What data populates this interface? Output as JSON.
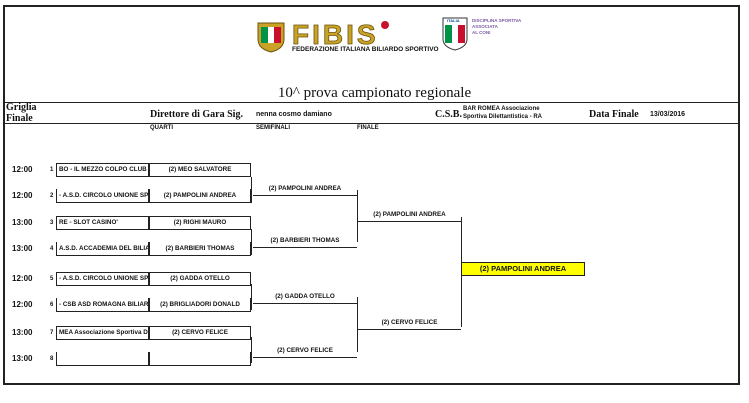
{
  "header": {
    "fibis_logo_text": "FIBIS",
    "federation_name": "FEDERAZIONE ITALIANA BILIARDO SPORTIVO",
    "coni_badge_text": "ITALIA",
    "coni_caption_line1": "DISCIPLINA SPORTIVA",
    "coni_caption_line2": "ASSOCIATA",
    "coni_caption_line3": "AL CONI",
    "title": "10^ prova campionato regionale"
  },
  "info": {
    "griglia_label_1": "Griglia",
    "griglia_label_2": "Finale",
    "director_label": "Direttore di Gara Sig.",
    "director_name": "nenna cosmo damiano",
    "csb_label": "C.S.B.",
    "csb_name_1": "BAR ROMEA Associazione",
    "csb_name_2": "Sportiva Dilettantistica - RA",
    "final_date_label": "Data Finale",
    "final_date": "13/03/2016"
  },
  "rounds": {
    "quarti": "QUARTI",
    "semifinali": "SEMIFINALI",
    "finale": "FINALE"
  },
  "grid": [
    {
      "time": "12:00",
      "num": "1",
      "club": "BO - IL MEZZO COLPO CLUB",
      "player": "(2) MEO SALVATORE"
    },
    {
      "time": "12:00",
      "num": "2",
      "club": "- A.S.D. CIRCOLO UNIONE SP",
      "player": "(2) PAMPOLINI ANDREA"
    },
    {
      "time": "13:00",
      "num": "3",
      "club": "RE - SLOT CASINO'",
      "player": "(2) RIGHI MAURO"
    },
    {
      "time": "13:00",
      "num": "4",
      "club": "A.S.D. ACCADEMIA DEL BILIA",
      "player": "(2) BARBIERI THOMAS"
    },
    {
      "time": "12:00",
      "num": "5",
      "club": "- A.S.D. CIRCOLO UNIONE SP",
      "player": "(2) GADDA OTELLO"
    },
    {
      "time": "12:00",
      "num": "6",
      "club": "- CSB ASD ROMAGNA BILIAR",
      "player": "(2) BRIGLIADORI DONALD"
    },
    {
      "time": "13:00",
      "num": "7",
      "club": "MEA Associazione Sportiva D",
      "player": "(2) CERVO FELICE"
    },
    {
      "time": "13:00",
      "num": "8",
      "club": "",
      "player": ""
    }
  ],
  "semifinals": [
    "(2) PAMPOLINI ANDREA",
    "(2) BARBIERI THOMAS",
    "(2) GADDA OTELLO",
    "(2) CERVO FELICE"
  ],
  "finals": [
    "(2) PAMPOLINI ANDREA",
    "(2) CERVO FELICE"
  ],
  "winner": "(2) PAMPOLINI ANDREA",
  "colors": {
    "winner_bg": "#ffff00",
    "fibis_gold": "#c9a227",
    "fibis_red": "#c8102e",
    "coni_green": "#009246"
  }
}
